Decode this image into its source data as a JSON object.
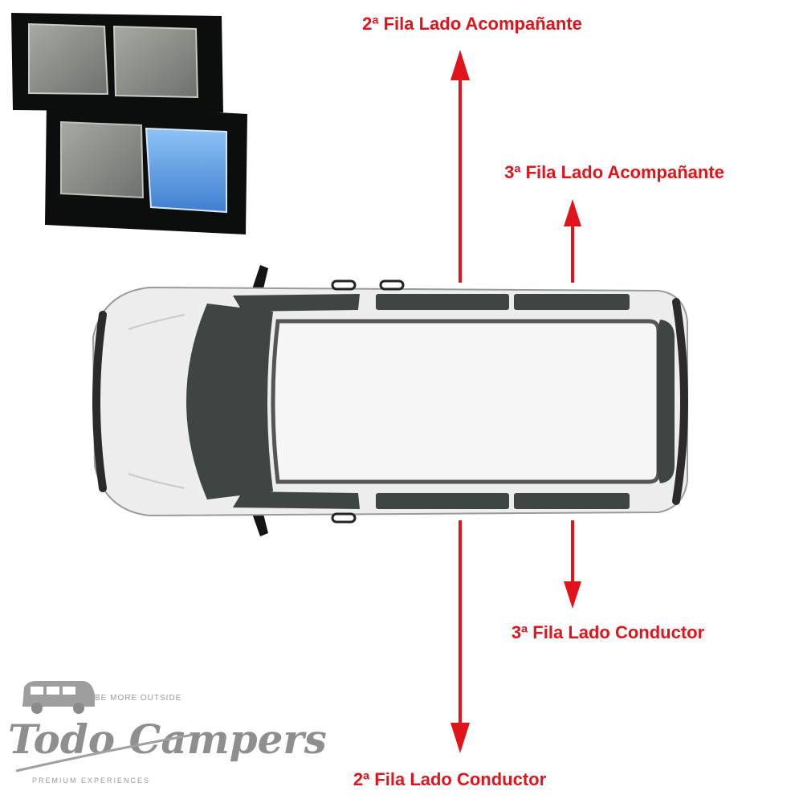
{
  "labels": {
    "row2_passenger": "2ª Fila Lado Acompañante",
    "row3_passenger": "3ª Fila Lado Acompañante",
    "row3_driver": "3ª Fila Lado Conductor",
    "row2_driver": "2ª Fila Lado Conductor"
  },
  "logo": {
    "brand": "Todo Campers",
    "tagline_top": "BE MORE OUTSIDE",
    "tagline_bottom": "PREMIUM EXPERIENCES"
  },
  "colors": {
    "arrow": "#e1141b",
    "van_body": "#ededed",
    "glass": "#3f4542",
    "tint_blue": "#5f9fe6"
  }
}
